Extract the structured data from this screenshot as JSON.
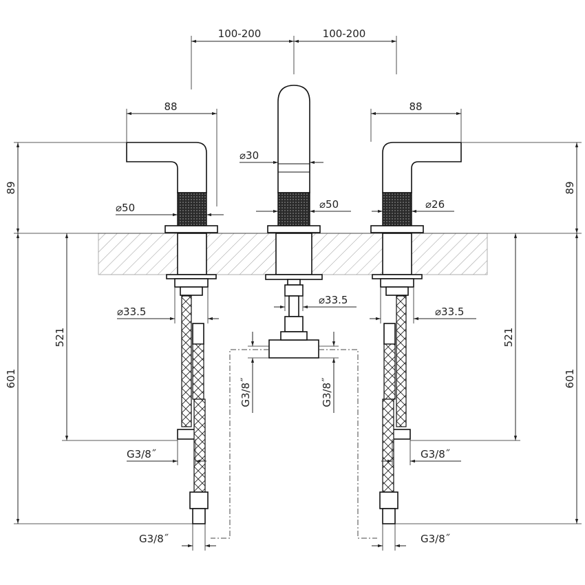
{
  "dimensions": {
    "spacing_left": "100-200",
    "spacing_right": "100-200",
    "handle_width_left": "88",
    "handle_width_right": "88",
    "handle_height_left": "89",
    "handle_height_right": "89",
    "spout_diameter": "⌀30",
    "base_diameter_left": "⌀50",
    "base_diameter_center": "⌀50",
    "base_diameter_right": "⌀26",
    "shank_diameter_left": "⌀33.5",
    "shank_diameter_center": "⌀33.5",
    "shank_diameter_right": "⌀33.5",
    "hose_length_left": "521",
    "hose_length_right": "521",
    "total_length_left": "601",
    "total_length_right": "601",
    "thread_center_left": "G3/8˝",
    "thread_center_right": "G3/8˝",
    "thread_hose_left": "G3/8˝",
    "thread_hose_right": "G3/8˝",
    "thread_bottom_left": "G3/8˝",
    "thread_bottom_right": "G3/8˝"
  }
}
